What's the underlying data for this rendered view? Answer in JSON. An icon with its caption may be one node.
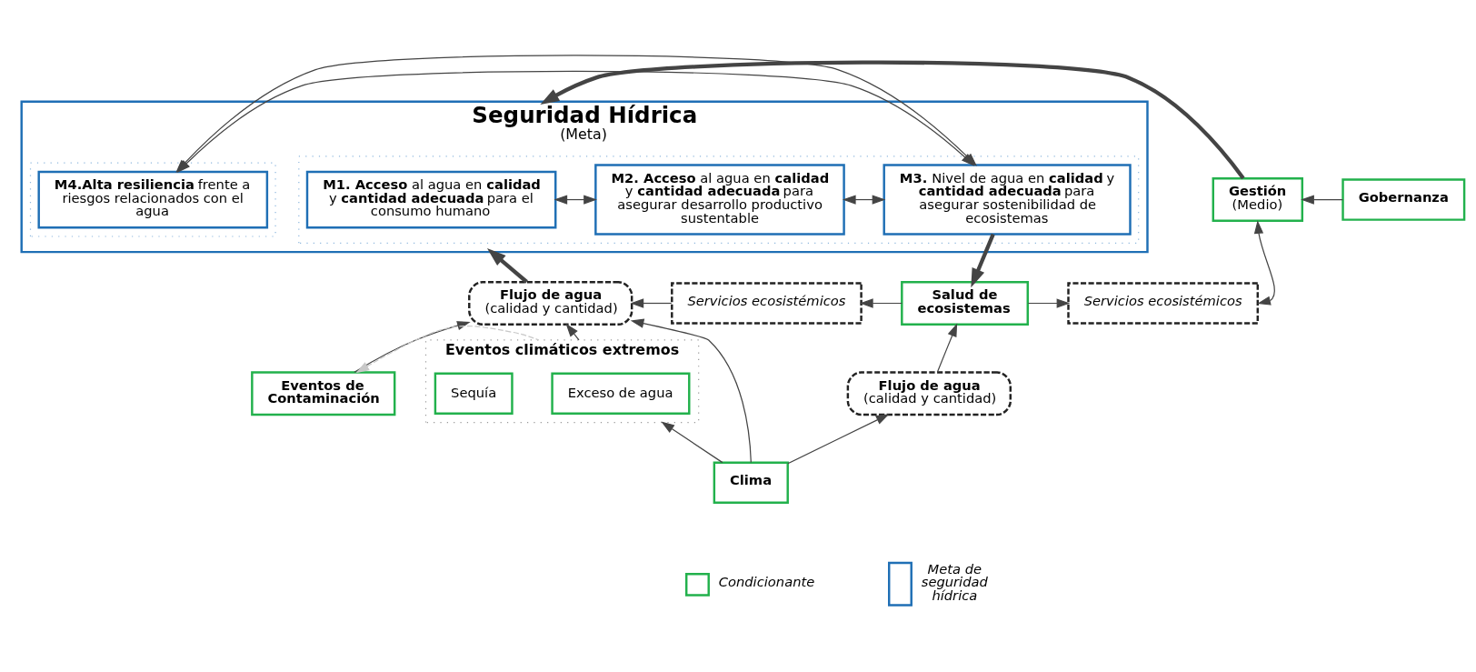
{
  "diagram": {
    "nodes": [
      {
        "text": [
          "Seguridad Hídrica",
          "(Meta)"
        ]
      },
      {
        "text": [],
        "shape": "box",
        "in": 0
      },
      {
        "text": [
          "**M1. Acceso** al agua en **calidad** y **cantidad adecuada** para el consumo humano"
        ],
        "in": 1
      },
      {
        "text": [
          "**M2. Acceso** al agua en **calidad** y **cantidad adecuada** para asegurar desarrollo productivo sustentable"
        ],
        "in": 1
      },
      {
        "text": [
          "**M3.** Nivel de agua en **calidad** y **cantidad adecuada** para asegurar sostenibilidad de ecosistemas"
        ],
        "in": 1
      },
      {
        "text": [],
        "shape": "box",
        "in": 0
      },
      {
        "text": [
          "**M4.Alta resiliencia** frente a riesgos relacionados con el agua"
        ],
        "in": 5
      },
      {
        "text": [
          "Gestión",
          "(Medio)"
        ]
      },
      {
        "text": [
          "Gobernanza"
        ]
      },
      {
        "text": [
          "Flujo de agua",
          "(calidad y cantidad)"
        ]
      },
      {
        "text": [
          "Servicios ecosistémicos"
        ]
      },
      {
        "text": [
          "Salud de ecosistemas"
        ]
      },
      {
        "text": [
          "Servicios ecosistémicos"
        ]
      },
      {
        "text": [
          "Eventos de Contaminación"
        ]
      },
      {
        "text": [
          "Eventos climáticos extremos"
        ]
      },
      {
        "text": [
          "Exceso de agua"
        ],
        "in": 14
      },
      {
        "text": [
          "Sequía"
        ],
        "in": 14
      },
      {
        "text": [
          "Flujo de agua",
          "(calidad y cantidad)"
        ]
      },
      {
        "text": [
          "Clima"
        ]
      }
    ],
    "edges": [
      {
        "from": 2,
        "to": 3,
        "arrow": "both"
      },
      {
        "from": 3,
        "to": 4,
        "arrow": "both"
      },
      {
        "from": 4,
        "to": 6,
        "arrow": "both"
      },
      {
        "from": 7,
        "to": 0,
        "arrow": "to",
        "style": "thick"
      },
      {
        "from": 8,
        "to": 7,
        "arrow": "to"
      },
      {
        "from": 9,
        "to": 0,
        "arrow": "to",
        "style": "thick"
      },
      {
        "from": 4,
        "to": 11,
        "arrow": "to",
        "style": "thick"
      },
      {
        "from": 11,
        "to": 10,
        "arrow": "to"
      },
      {
        "from": 10,
        "to": 9,
        "arrow": "to"
      },
      {
        "from": 11,
        "to": 12,
        "arrow": "to"
      },
      {
        "from": 7,
        "to": 12,
        "arrow": "both"
      },
      {
        "from": 13,
        "to": 9,
        "arrow": "to"
      },
      {
        "from": 14,
        "to": 9,
        "arrow": "to"
      },
      {
        "from": 14,
        "to": 13,
        "arrow": "to",
        "style": "dashed",
        "color": "#c8c8c8"
      },
      {
        "from": 18,
        "to": 9,
        "arrow": "to"
      },
      {
        "from": 17,
        "to": 11,
        "arrow": "to"
      },
      {
        "from": 18,
        "to": 17,
        "arrow": "to"
      },
      {
        "from": 18,
        "to": 14,
        "arrow": "to"
      }
    ],
    "legend": [
      {
        "text": "Condicionante",
        "color": "#22b14c"
      },
      {
        "text": "Meta de seguridad hídrica",
        "color": "#1f6fb5"
      }
    ]
  }
}
